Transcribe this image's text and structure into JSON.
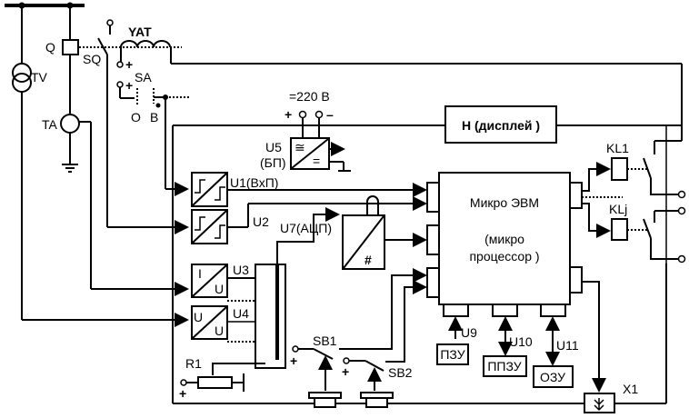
{
  "labels": {
    "tv": "TV",
    "q": "Q",
    "sq": "SQ",
    "yat": "YAT",
    "sa": "SA",
    "ta": "TA",
    "sa_o": "O",
    "sa_b": "B",
    "plus": "+",
    "minus": "–",
    "supply": "=220 В",
    "u5": "U5",
    "u5_sub": "(БП)",
    "u1": "U1(ВхП)",
    "u2": "U2",
    "u3": "U3",
    "u4": "U4",
    "u7": "U7(АЦП)",
    "u3_in": "I",
    "u3_out": "U",
    "u4_in": "U",
    "u4_out": "U",
    "adc_sym": "#",
    "display": "Н (дисплей )",
    "mcu_line1": "Микро ЭВМ",
    "mcu_line2": "(микро",
    "mcu_line3": "процессор )",
    "kl1": "KL1",
    "klj": "KLj",
    "u9": "U9",
    "u10": "U10",
    "u11": "U11",
    "pzu": "ПЗУ",
    "ppzu": "ППЗУ",
    "ozu": "ОЗУ",
    "sb1": "SB1",
    "sb2": "SB2",
    "r1": "R1",
    "x1": "X1"
  }
}
